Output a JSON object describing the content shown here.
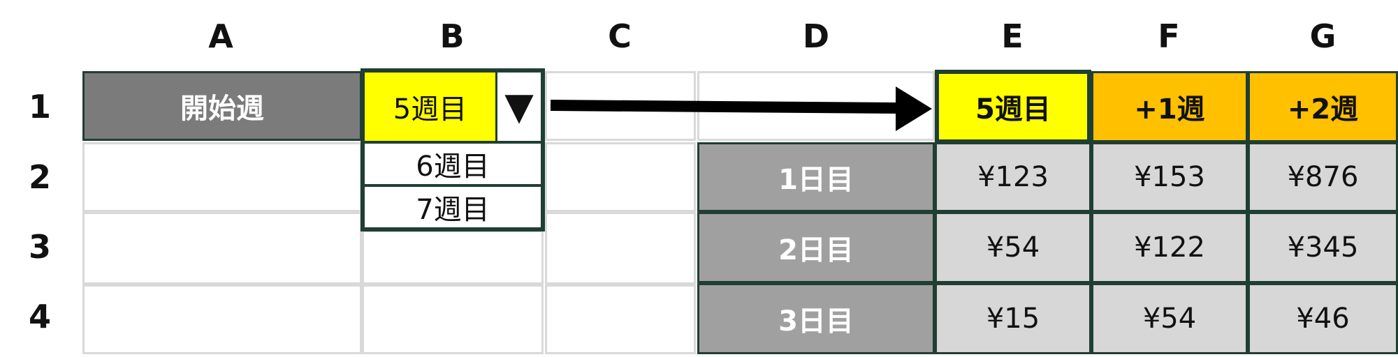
{
  "columns": [
    "A",
    "B",
    "C",
    "D",
    "E",
    "F",
    "G"
  ],
  "rows": [
    "1",
    "2",
    "3",
    "4"
  ],
  "start_week_label": "開始週",
  "dropdown": {
    "selected": "5週目",
    "options": [
      "6週目",
      "7週目"
    ],
    "arrow_icon": "▼"
  },
  "week_headers": [
    "5週目",
    "+1週",
    "+2週"
  ],
  "days": [
    {
      "label": "1日目",
      "values": [
        "¥123",
        "¥153",
        "¥876"
      ]
    },
    {
      "label": "2日目",
      "values": [
        "¥54",
        "¥122",
        "¥345"
      ]
    },
    {
      "label": "3日目",
      "values": [
        "¥15",
        "¥54",
        "¥46"
      ]
    }
  ],
  "colors": {
    "highlight_yellow": "#ffff00",
    "week_orange": "#ffc000",
    "border_dark_green": "#1f3f33",
    "label_gray": "#7b7b7b",
    "value_gray": "#d7d7d7"
  }
}
